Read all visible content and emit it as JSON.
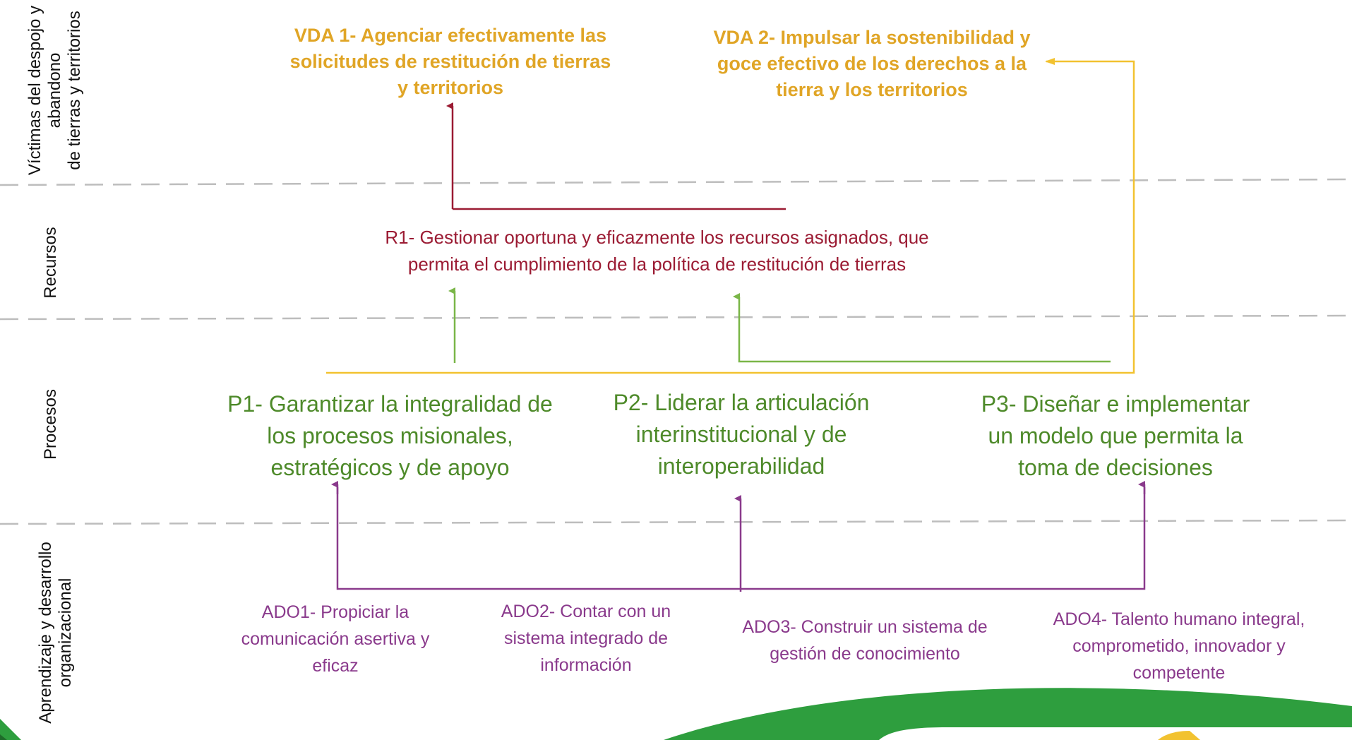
{
  "lanes": {
    "victimas": [
      "Víctimas del despojo y",
      "abandono",
      "de tierras y territorios"
    ],
    "recursos": "Recursos",
    "procesos": "Procesos",
    "aprendizaje": [
      "Aprendizaje y desarrollo",
      "organizacional"
    ]
  },
  "victimas": {
    "vda1": "VDA 1- Agenciar efectivamente las solicitudes de restitución de tierras y territorios",
    "vda2": "VDA 2- Impulsar la sostenibilidad y goce efectivo de los derechos a la tierra y los territorios"
  },
  "recursos": {
    "r1": "R1- Gestionar oportuna y eficazmente los recursos asignados, que permita el cumplimiento de la política de restitución de tierras"
  },
  "procesos": {
    "p1": "P1- Garantizar la integralidad de los procesos misionales, estratégicos y de apoyo",
    "p2": "P2- Liderar la articulación interinstitucional y de interoperabilidad",
    "p3": "P3- Diseñar e implementar un modelo que permita la toma de decisiones"
  },
  "aprendizaje": {
    "ado1": "ADO1- Propiciar la comunicación asertiva y eficaz",
    "ado2": "ADO2- Contar con un sistema integrado de información",
    "ado3": "ADO3- Construir un sistema de gestión de conocimiento",
    "ado4": "ADO4- Talento humano integral, comprometido, innovador y competente"
  },
  "colors": {
    "vda": "#E0A526",
    "r1": "#9B1B33",
    "procesos": "#4E8A2A",
    "aprendizaje": "#8A3A8C",
    "connector_yellow": "#F2C230",
    "connector_green": "#7AB648",
    "connector_red": "#9B1B33",
    "connector_purple": "#8A3A8C",
    "divider": "#BDBDBD",
    "footer_green": "#2E9E3E"
  }
}
